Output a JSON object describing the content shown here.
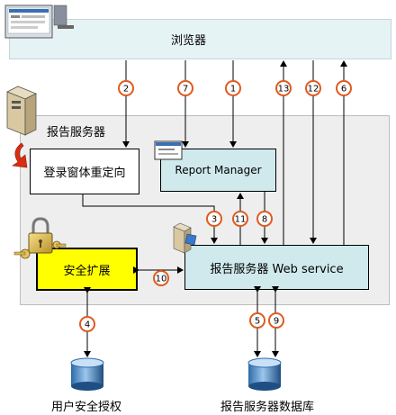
{
  "browser": {
    "label": "浏览器"
  },
  "report_server": {
    "label": "报告服务器"
  },
  "login_redirect": {
    "label": "登录窗体重定向"
  },
  "report_manager": {
    "label": "Report Manager"
  },
  "web_service": {
    "label": "报告服务器 Web service"
  },
  "security_extension": {
    "label": "安全扩展"
  },
  "user_auth": {
    "label": "用户安全授权"
  },
  "report_db": {
    "label": "报告服务器数据库"
  },
  "steps": [
    "1",
    "2",
    "3",
    "4",
    "5",
    "6",
    "7",
    "8",
    "9",
    "10",
    "11",
    "12",
    "13"
  ],
  "colors": {
    "circle": "#e05a1e",
    "browser_fill": "#e6f3f5",
    "box_fill": "#cfe9ec",
    "security_fill": "#ffff00",
    "panel_fill": "#eeeeee"
  }
}
